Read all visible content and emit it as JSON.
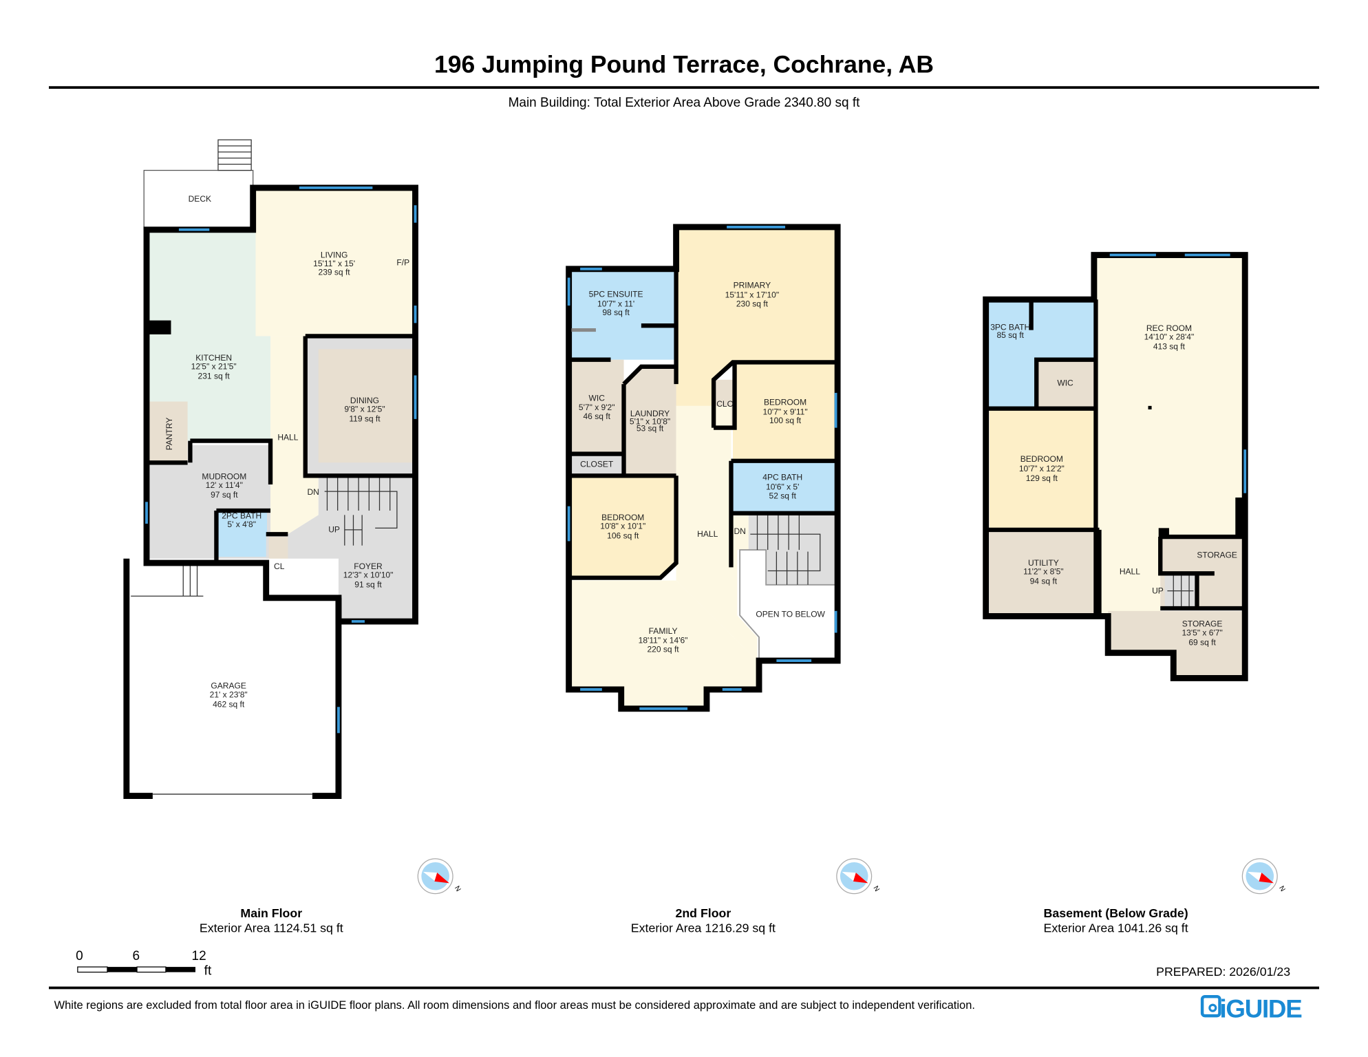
{
  "header": {
    "title": "196 Jumping Pound Terrace, Cochrane, AB",
    "subtitle": "Main Building: Total Exterior Area Above Grade 2340.80 sq ft"
  },
  "main_floor": {
    "name": "Main Floor",
    "area": "Exterior Area 1124.51 sq ft",
    "rooms": {
      "deck": {
        "name": "DECK"
      },
      "living": {
        "name": "LIVING",
        "dims": "15'11\" x 15'",
        "area": "239 sq ft"
      },
      "fireplace": {
        "name": "F/P"
      },
      "kitchen": {
        "name": "KITCHEN",
        "dims": "12'5\" x 21'5\"",
        "area": "231 sq ft"
      },
      "dining": {
        "name": "DINING",
        "dims": "9'8\" x 12'5\"",
        "area": "119 sq ft"
      },
      "hall": {
        "name": "HALL"
      },
      "pantry": {
        "name": "PANTRY"
      },
      "mudroom": {
        "name": "MUDROOM",
        "dims": "12' x 11'4\"",
        "area": "97 sq ft"
      },
      "bath": {
        "name": "2PC BATH",
        "dims": "5' x 4'8\""
      },
      "closet": {
        "name": "CL"
      },
      "foyer": {
        "name": "FOYER",
        "dims": "12'3\" x 10'10\"",
        "area": "91 sq ft"
      },
      "garage": {
        "name": "GARAGE",
        "dims": "21' x 23'8\"",
        "area": "462 sq ft"
      }
    },
    "stairs": {
      "down": "DN",
      "up": "UP"
    }
  },
  "second_floor": {
    "name": "2nd Floor",
    "area": "Exterior Area 1216.29 sq ft",
    "rooms": {
      "ensuite": {
        "name": "5PC ENSUITE",
        "dims": "10'7\" x 11'",
        "area": "98 sq ft"
      },
      "primary": {
        "name": "PRIMARY",
        "dims": "15'11\" x 17'10\"",
        "area": "230 sq ft"
      },
      "wic": {
        "name": "WIC",
        "dims": "5'7\" x 9'2\"",
        "area": "46 sq ft"
      },
      "laundry": {
        "name": "LAUNDRY",
        "dims": "5'1\" x 10'8\"",
        "area": "53 sq ft"
      },
      "clo": {
        "name": "CLO"
      },
      "bedroom2": {
        "name": "BEDROOM",
        "dims": "10'7\" x 9'11\"",
        "area": "100 sq ft"
      },
      "closet": {
        "name": "CLOSET"
      },
      "bedroom1": {
        "name": "BEDROOM",
        "dims": "10'8\" x 10'1\"",
        "area": "106 sq ft"
      },
      "hall": {
        "name": "HALL"
      },
      "bath": {
        "name": "4PC BATH",
        "dims": "10'6\" x 5'",
        "area": "52 sq ft"
      },
      "open": {
        "name": "OPEN TO BELOW"
      },
      "family": {
        "name": "FAMILY",
        "dims": "18'11\" x 14'6\"",
        "area": "220 sq ft"
      }
    },
    "stairs": {
      "down": "DN"
    }
  },
  "basement": {
    "name": "Basement (Below Grade)",
    "area": "Exterior Area 1041.26 sq ft",
    "rooms": {
      "bath": {
        "name": "3PC BATH",
        "area": "85 sq ft"
      },
      "rec": {
        "name": "REC ROOM",
        "dims": "14'10\" x 28'4\"",
        "area": "413 sq ft"
      },
      "wic": {
        "name": "WIC"
      },
      "bedroom": {
        "name": "BEDROOM",
        "dims": "10'7\" x 12'2\"",
        "area": "129 sq ft"
      },
      "utility": {
        "name": "UTILITY",
        "dims": "11'2\" x 8'5\"",
        "area": "94 sq ft"
      },
      "hall": {
        "name": "HALL"
      },
      "storage1": {
        "name": "STORAGE"
      },
      "storage2": {
        "name": "STORAGE",
        "dims": "13'5\" x 6'7\"",
        "area": "69 sq ft"
      }
    },
    "stairs": {
      "up": "UP"
    }
  },
  "compass": {
    "north_label": "N",
    "icon": "compass-icon",
    "needle_color": "#ff0000",
    "dial_color": "#a8d8f5"
  },
  "scale": {
    "ticks": [
      "0",
      "6",
      "12"
    ],
    "unit": "ft"
  },
  "footer": {
    "prepared": "PREPARED: 2026/01/23",
    "disclaimer": "White regions are excluded from total floor area in iGUIDE floor plans. All room dimensions and floor areas must be considered approximate and are subject to independent verification.",
    "logo": "iGUIDE",
    "logo_color": "#1a8ad4"
  },
  "colors": {
    "kitchen": "#e6f2ea",
    "living": "#fdf8e3",
    "bedroom": "#fdefc8",
    "bath": "#bde3f8",
    "utility": "#e8dfd0",
    "circulation": "#dedede",
    "window": "#3a9ad9"
  }
}
